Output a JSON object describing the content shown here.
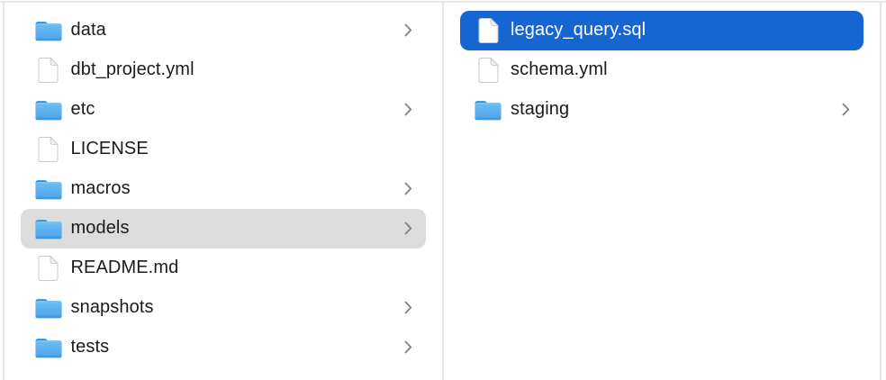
{
  "window": {
    "kind": "finder-column-view"
  },
  "colors": {
    "selection_active": "#1565d2",
    "selection_inactive": "#dcdcdc",
    "selected_text": "#ffffff",
    "text": "#1b1b1d",
    "divider": "#e9e8e7",
    "chevron": "#7e7e7e",
    "background": "#ffffff",
    "folder_blue_top": "#7cc8f6",
    "folder_blue_bottom": "#4496de",
    "folder_tab": "#3e8ed6"
  },
  "columns": [
    {
      "id": "left",
      "items": [
        {
          "label": "data",
          "type": "folder",
          "icon": "folder-icon",
          "chevron": "chevron-right-icon"
        },
        {
          "label": "dbt_project.yml",
          "type": "file",
          "icon": "document-icon",
          "chevron": null
        },
        {
          "label": "etc",
          "type": "folder",
          "icon": "folder-icon",
          "chevron": "chevron-right-icon"
        },
        {
          "label": "LICENSE",
          "type": "file",
          "icon": "document-icon",
          "chevron": null
        },
        {
          "label": "macros",
          "type": "folder",
          "icon": "folder-icon",
          "chevron": "chevron-right-icon"
        },
        {
          "label": "models",
          "type": "folder",
          "icon": "folder-icon",
          "chevron": "chevron-right-icon",
          "selected": "inactive"
        },
        {
          "label": "README.md",
          "type": "file",
          "icon": "document-icon",
          "chevron": null
        },
        {
          "label": "snapshots",
          "type": "folder",
          "icon": "folder-icon",
          "chevron": "chevron-right-icon"
        },
        {
          "label": "tests",
          "type": "folder",
          "icon": "folder-icon",
          "chevron": "chevron-right-icon"
        }
      ]
    },
    {
      "id": "right",
      "items": [
        {
          "label": "legacy_query.sql",
          "type": "file",
          "icon": "document-icon",
          "chevron": null,
          "selected": "active"
        },
        {
          "label": "schema.yml",
          "type": "file",
          "icon": "document-icon",
          "chevron": null
        },
        {
          "label": "staging",
          "type": "folder",
          "icon": "folder-icon",
          "chevron": "chevron-right-icon"
        }
      ]
    }
  ]
}
